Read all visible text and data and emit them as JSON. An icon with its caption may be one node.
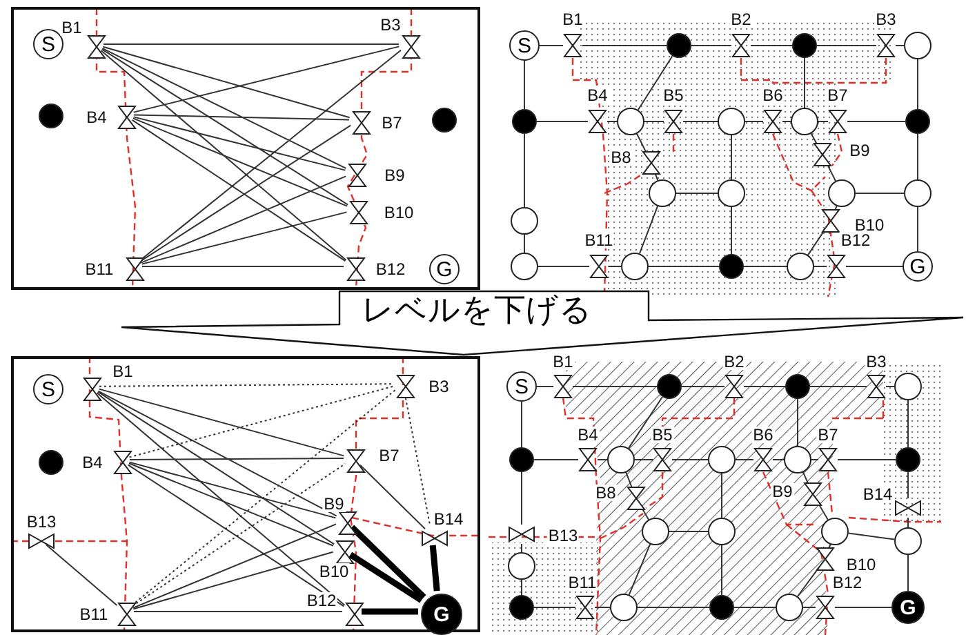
{
  "diagram": {
    "nodes": [
      {
        "text": [
          "S"
        ],
        "in": 89
      },
      {
        "text": [
          "B1"
        ],
        "in": 89
      },
      {
        "text": [
          "B3"
        ],
        "in": 89
      },
      {
        "text": [],
        "shape": "circle",
        "in": 89
      },
      {
        "text": [
          "B4"
        ],
        "in": 89
      },
      {
        "text": [
          "B7"
        ],
        "in": 89
      },
      {
        "text": [],
        "shape": "circle",
        "in": 89
      },
      {
        "text": [
          "B9"
        ],
        "in": 89
      },
      {
        "text": [
          "B10"
        ],
        "in": 89
      },
      {
        "text": [
          "B11"
        ],
        "in": 89
      },
      {
        "text": [
          "B12"
        ],
        "in": 89
      },
      {
        "text": [
          "G"
        ],
        "in": 89
      },
      {
        "text": [
          "S"
        ]
      },
      {
        "text": [
          "B1"
        ]
      },
      {
        "text": [],
        "shape": "circle"
      },
      {
        "text": [
          "B2"
        ]
      },
      {
        "text": [],
        "shape": "circle"
      },
      {
        "text": [
          "B3"
        ]
      },
      {
        "text": [],
        "shape": "circle"
      },
      {
        "text": [],
        "shape": "circle"
      },
      {
        "text": [
          "B4"
        ]
      },
      {
        "text": [],
        "shape": "circle"
      },
      {
        "text": [
          "B5"
        ]
      },
      {
        "text": [],
        "shape": "circle"
      },
      {
        "text": [
          "B6"
        ]
      },
      {
        "text": [],
        "shape": "circle"
      },
      {
        "text": [
          "B7"
        ]
      },
      {
        "text": [],
        "shape": "circle"
      },
      {
        "text": [
          "B8"
        ]
      },
      {
        "text": [
          "B9"
        ]
      },
      {
        "text": [],
        "shape": "circle"
      },
      {
        "text": [],
        "shape": "circle"
      },
      {
        "text": [],
        "shape": "circle"
      },
      {
        "text": [],
        "shape": "circle"
      },
      {
        "text": [
          "B10"
        ]
      },
      {
        "text": [],
        "shape": "circle"
      },
      {
        "text": [],
        "shape": "circle"
      },
      {
        "text": [
          "B11"
        ]
      },
      {
        "text": [],
        "shape": "circle"
      },
      {
        "text": [],
        "shape": "circle"
      },
      {
        "text": [],
        "shape": "circle"
      },
      {
        "text": [
          "B12"
        ]
      },
      {
        "text": [
          "G"
        ]
      },
      {
        "text": [
          "S"
        ],
        "in": 90
      },
      {
        "text": [
          "B1"
        ],
        "in": 90
      },
      {
        "text": [
          "B3"
        ],
        "in": 90
      },
      {
        "text": [],
        "shape": "circle",
        "in": 90
      },
      {
        "text": [
          "B4"
        ],
        "in": 90
      },
      {
        "text": [
          "B7"
        ],
        "in": 90
      },
      {
        "text": [
          "B9"
        ],
        "in": 90
      },
      {
        "text": [
          "B13"
        ],
        "in": 90
      },
      {
        "text": [
          "B14"
        ],
        "in": 90
      },
      {
        "text": [
          "B10"
        ],
        "in": 90
      },
      {
        "text": [
          "B11"
        ],
        "in": 90
      },
      {
        "text": [
          "B12"
        ],
        "in": 90
      },
      {
        "text": [
          "G"
        ],
        "in": 90
      },
      {
        "text": [
          "S"
        ]
      },
      {
        "text": [
          "B1"
        ]
      },
      {
        "text": [],
        "shape": "circle"
      },
      {
        "text": [
          "B2"
        ]
      },
      {
        "text": [],
        "shape": "circle"
      },
      {
        "text": [
          "B3"
        ]
      },
      {
        "text": [],
        "shape": "circle"
      },
      {
        "text": [],
        "shape": "circle"
      },
      {
        "text": [
          "B4"
        ]
      },
      {
        "text": [],
        "shape": "circle"
      },
      {
        "text": [
          "B5"
        ]
      },
      {
        "text": [],
        "shape": "circle"
      },
      {
        "text": [
          "B6"
        ]
      },
      {
        "text": [],
        "shape": "circle"
      },
      {
        "text": [
          "B7"
        ]
      },
      {
        "text": [],
        "shape": "circle"
      },
      {
        "text": [
          "B8"
        ]
      },
      {
        "text": [
          "B9"
        ]
      },
      {
        "text": [
          "B14"
        ]
      },
      {
        "text": [
          "B13"
        ]
      },
      {
        "text": [],
        "shape": "circle"
      },
      {
        "text": [],
        "shape": "circle"
      },
      {
        "text": [],
        "shape": "circle"
      },
      {
        "text": [],
        "shape": "circle"
      },
      {
        "text": [
          "B10"
        ]
      },
      {
        "text": [],
        "shape": "circle"
      },
      {
        "text": [],
        "shape": "circle"
      },
      {
        "text": [
          "B11"
        ]
      },
      {
        "text": [],
        "shape": "circle"
      },
      {
        "text": [],
        "shape": "circle"
      },
      {
        "text": [],
        "shape": "circle"
      },
      {
        "text": [
          "B12"
        ]
      },
      {
        "text": [
          "G"
        ]
      },
      {
        "text": [],
        "shape": "box"
      },
      {
        "text": [],
        "shape": "box"
      }
    ],
    "edges": [
      {
        "from": 1,
        "to": 2,
        "arrow": "none"
      },
      {
        "from": 1,
        "to": 5,
        "arrow": "none"
      },
      {
        "from": 1,
        "to": 7,
        "arrow": "none"
      },
      {
        "from": 1,
        "to": 8,
        "arrow": "none"
      },
      {
        "from": 1,
        "to": 10,
        "arrow": "none"
      },
      {
        "from": 4,
        "to": 2,
        "arrow": "none"
      },
      {
        "from": 4,
        "to": 5,
        "arrow": "none"
      },
      {
        "from": 4,
        "to": 7,
        "arrow": "none"
      },
      {
        "from": 4,
        "to": 8,
        "arrow": "none"
      },
      {
        "from": 4,
        "to": 10,
        "arrow": "none"
      },
      {
        "from": 9,
        "to": 2,
        "arrow": "none"
      },
      {
        "from": 9,
        "to": 5,
        "arrow": "none"
      },
      {
        "from": 9,
        "to": 7,
        "arrow": "none"
      },
      {
        "from": 9,
        "to": 8,
        "arrow": "none"
      },
      {
        "from": 9,
        "to": 10,
        "arrow": "none"
      },
      {
        "from": 12,
        "to": 13,
        "arrow": "none"
      },
      {
        "from": 13,
        "to": 14,
        "arrow": "none"
      },
      {
        "from": 14,
        "to": 15,
        "arrow": "none"
      },
      {
        "from": 15,
        "to": 16,
        "arrow": "none"
      },
      {
        "from": 16,
        "to": 17,
        "arrow": "none"
      },
      {
        "from": 17,
        "to": 18,
        "arrow": "none"
      },
      {
        "from": 18,
        "to": 27,
        "arrow": "none"
      },
      {
        "from": 27,
        "to": 33,
        "arrow": "none"
      },
      {
        "from": 33,
        "to": 42,
        "arrow": "none"
      },
      {
        "from": 12,
        "to": 19,
        "arrow": "none"
      },
      {
        "from": 19,
        "to": 35,
        "arrow": "none"
      },
      {
        "from": 35,
        "to": 36,
        "arrow": "none"
      },
      {
        "from": 19,
        "to": 20,
        "arrow": "none"
      },
      {
        "from": 20,
        "to": 21,
        "arrow": "none"
      },
      {
        "from": 21,
        "to": 22,
        "arrow": "none"
      },
      {
        "from": 22,
        "to": 23,
        "arrow": "none"
      },
      {
        "from": 23,
        "to": 24,
        "arrow": "none"
      },
      {
        "from": 24,
        "to": 25,
        "arrow": "none"
      },
      {
        "from": 25,
        "to": 26,
        "arrow": "none"
      },
      {
        "from": 26,
        "to": 27,
        "arrow": "none"
      },
      {
        "from": 14,
        "to": 21,
        "arrow": "none"
      },
      {
        "from": 21,
        "to": 28,
        "arrow": "none"
      },
      {
        "from": 28,
        "to": 30,
        "arrow": "none"
      },
      {
        "from": 30,
        "to": 31,
        "arrow": "none"
      },
      {
        "from": 23,
        "to": 31,
        "arrow": "none"
      },
      {
        "from": 31,
        "to": 39,
        "arrow": "none"
      },
      {
        "from": 16,
        "to": 25,
        "arrow": "none"
      },
      {
        "from": 25,
        "to": 29,
        "arrow": "none"
      },
      {
        "from": 29,
        "to": 32,
        "arrow": "none"
      },
      {
        "from": 32,
        "to": 33,
        "arrow": "none"
      },
      {
        "from": 32,
        "to": 34,
        "arrow": "none"
      },
      {
        "from": 34,
        "to": 40,
        "arrow": "none"
      },
      {
        "from": 30,
        "to": 38,
        "arrow": "none"
      },
      {
        "from": 36,
        "to": 37,
        "arrow": "none"
      },
      {
        "from": 37,
        "to": 38,
        "arrow": "none"
      },
      {
        "from": 38,
        "to": 39,
        "arrow": "none"
      },
      {
        "from": 39,
        "to": 40,
        "arrow": "none"
      },
      {
        "from": 40,
        "to": 41,
        "arrow": "none"
      },
      {
        "from": 41,
        "to": 42,
        "arrow": "none"
      },
      {
        "from": 44,
        "to": 45,
        "arrow": "none",
        "style": "dashed"
      },
      {
        "from": 44,
        "to": 48,
        "arrow": "none"
      },
      {
        "from": 44,
        "to": 49,
        "arrow": "none"
      },
      {
        "from": 44,
        "to": 52,
        "arrow": "none"
      },
      {
        "from": 44,
        "to": 54,
        "arrow": "none"
      },
      {
        "from": 47,
        "to": 45,
        "arrow": "none",
        "style": "dashed"
      },
      {
        "from": 47,
        "to": 48,
        "arrow": "none"
      },
      {
        "from": 47,
        "to": 49,
        "arrow": "none"
      },
      {
        "from": 47,
        "to": 52,
        "arrow": "none"
      },
      {
        "from": 47,
        "to": 54,
        "arrow": "none"
      },
      {
        "from": 53,
        "to": 45,
        "arrow": "none",
        "style": "dashed"
      },
      {
        "from": 53,
        "to": 48,
        "arrow": "none",
        "style": "dashed"
      },
      {
        "from": 53,
        "to": 49,
        "arrow": "none"
      },
      {
        "from": 53,
        "to": 52,
        "arrow": "none"
      },
      {
        "from": 53,
        "to": 54,
        "arrow": "none"
      },
      {
        "from": 50,
        "to": 53,
        "arrow": "none"
      },
      {
        "from": 48,
        "to": 51,
        "arrow": "none"
      },
      {
        "from": 45,
        "to": 51,
        "arrow": "none",
        "style": "dashed"
      },
      {
        "from": 49,
        "to": 55,
        "arrow": "none",
        "style": "thick"
      },
      {
        "from": 52,
        "to": 55,
        "arrow": "none",
        "style": "thick"
      },
      {
        "from": 54,
        "to": 55,
        "arrow": "none",
        "style": "thick"
      },
      {
        "from": 51,
        "to": 55,
        "arrow": "none",
        "style": "thick"
      },
      {
        "from": 56,
        "to": 57,
        "arrow": "none"
      },
      {
        "from": 57,
        "to": 58,
        "arrow": "none"
      },
      {
        "from": 58,
        "to": 59,
        "arrow": "none"
      },
      {
        "from": 59,
        "to": 60,
        "arrow": "none"
      },
      {
        "from": 60,
        "to": 61,
        "arrow": "none"
      },
      {
        "from": 61,
        "to": 62,
        "arrow": "none"
      },
      {
        "from": 62,
        "to": 71,
        "arrow": "none"
      },
      {
        "from": 71,
        "to": 74,
        "arrow": "none"
      },
      {
        "from": 74,
        "to": 79,
        "arrow": "none"
      },
      {
        "from": 79,
        "to": 88,
        "arrow": "none"
      },
      {
        "from": 56,
        "to": 63,
        "arrow": "none"
      },
      {
        "from": 63,
        "to": 75,
        "arrow": "none"
      },
      {
        "from": 75,
        "to": 81,
        "arrow": "none"
      },
      {
        "from": 81,
        "to": 82,
        "arrow": "none"
      },
      {
        "from": 63,
        "to": 64,
        "arrow": "none"
      },
      {
        "from": 64,
        "to": 65,
        "arrow": "none"
      },
      {
        "from": 65,
        "to": 66,
        "arrow": "none"
      },
      {
        "from": 66,
        "to": 67,
        "arrow": "none"
      },
      {
        "from": 67,
        "to": 68,
        "arrow": "none"
      },
      {
        "from": 68,
        "to": 69,
        "arrow": "none"
      },
      {
        "from": 69,
        "to": 70,
        "arrow": "none"
      },
      {
        "from": 70,
        "to": 71,
        "arrow": "none"
      },
      {
        "from": 58,
        "to": 65,
        "arrow": "none"
      },
      {
        "from": 65,
        "to": 72,
        "arrow": "none"
      },
      {
        "from": 72,
        "to": 76,
        "arrow": "none"
      },
      {
        "from": 76,
        "to": 77,
        "arrow": "none"
      },
      {
        "from": 67,
        "to": 77,
        "arrow": "none"
      },
      {
        "from": 77,
        "to": 85,
        "arrow": "none"
      },
      {
        "from": 60,
        "to": 69,
        "arrow": "none"
      },
      {
        "from": 69,
        "to": 73,
        "arrow": "none"
      },
      {
        "from": 73,
        "to": 78,
        "arrow": "none"
      },
      {
        "from": 78,
        "to": 79,
        "arrow": "none"
      },
      {
        "from": 78,
        "to": 80,
        "arrow": "none"
      },
      {
        "from": 80,
        "to": 86,
        "arrow": "none"
      },
      {
        "from": 76,
        "to": 84,
        "arrow": "none"
      },
      {
        "from": 82,
        "to": 83,
        "arrow": "none"
      },
      {
        "from": 83,
        "to": 84,
        "arrow": "none"
      },
      {
        "from": 84,
        "to": 85,
        "arrow": "none"
      },
      {
        "from": 85,
        "to": 86,
        "arrow": "none"
      },
      {
        "from": 86,
        "to": 87,
        "arrow": "none"
      },
      {
        "from": 87,
        "to": 88,
        "arrow": "none"
      },
      {
        "from": 89,
        "to": 90,
        "arrow": "to",
        "label": "レベルを下げる"
      }
    ]
  }
}
